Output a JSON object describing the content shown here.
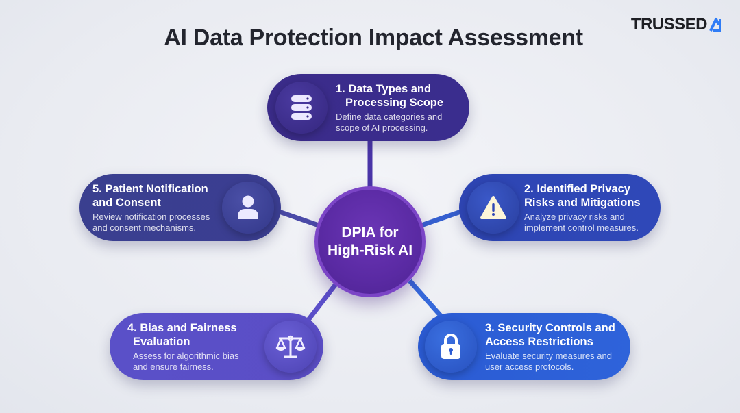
{
  "title": "AI Data Protection Impact Assessment",
  "logo": {
    "text": "TRUSSED",
    "mark": "AI-triangle-mark",
    "mark_color": "#2f7cf6"
  },
  "center": {
    "line1": "DPIA for",
    "line2": "High-Risk AI"
  },
  "cards": [
    {
      "head1": "1. Data Types and",
      "head2": "Processing Scope",
      "desc1": "Define data categories and",
      "desc2": "scope of AI processing.",
      "icon": "database-icon",
      "color": "#3d2d8c"
    },
    {
      "head1": "2. Identified Privacy",
      "head2": "Risks and Mitigations",
      "desc1": "Analyze privacy risks and",
      "desc2": "implement control measures.",
      "icon": "warning-icon",
      "color": "#2f47b5"
    },
    {
      "head1": "3. Security Controls and",
      "head2": "Access Restrictions",
      "desc1": "Evaluate security measures and",
      "desc2": "user access protocols.",
      "icon": "lock-icon",
      "color": "#2d5fd6"
    },
    {
      "head1": "4. Bias and Fairness",
      "head2": "Evaluation",
      "desc1": "Assess for algorithmic bias",
      "desc2": "and ensure fairness.",
      "icon": "scales-icon",
      "color": "#5b4fc9"
    },
    {
      "head1": "5. Patient Notification",
      "head2": "and Consent",
      "desc1": "Review notification processes",
      "desc2": "and consent mechanisms.",
      "icon": "user-icon",
      "color": "#3a3f8f"
    }
  ]
}
